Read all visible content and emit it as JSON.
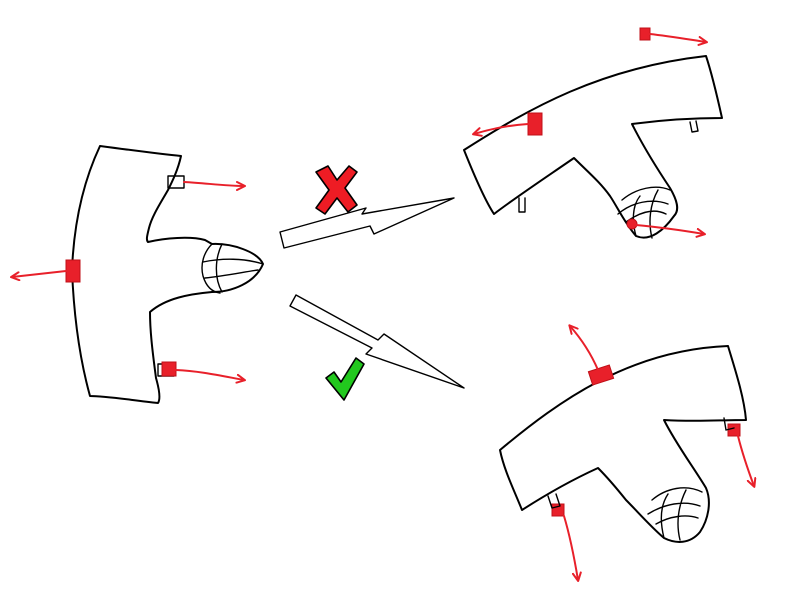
{
  "colors": {
    "background": "#ffffff",
    "outline": "#000000",
    "vector": "#e8202a",
    "cross_fill": "#ee1c24",
    "check_fill": "#22c81e"
  },
  "figures": {
    "source": "ship-shape-original",
    "wrong_result": "ship-shape-rotated-vectors-unrotated",
    "correct_result": "ship-shape-rotated-vectors-rotated"
  },
  "marks": {
    "wrong": "cross-icon",
    "correct": "check-icon"
  }
}
